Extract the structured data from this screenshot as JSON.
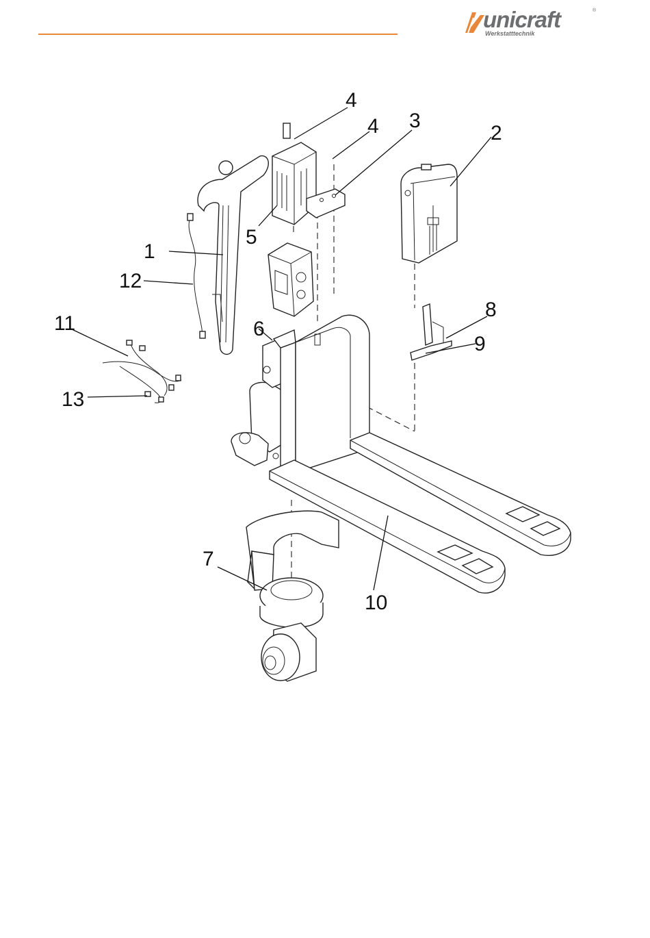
{
  "brand": {
    "name": "unicraft",
    "tagline": "Werkstatttechnik",
    "registered": "®",
    "accent_color": "#e8873a",
    "logo_color": "#6d6e70"
  },
  "diagram": {
    "labels": [
      "1",
      "2",
      "3",
      "4",
      "4",
      "5",
      "6",
      "7",
      "8",
      "9",
      "10",
      "11",
      "12",
      "13"
    ]
  }
}
